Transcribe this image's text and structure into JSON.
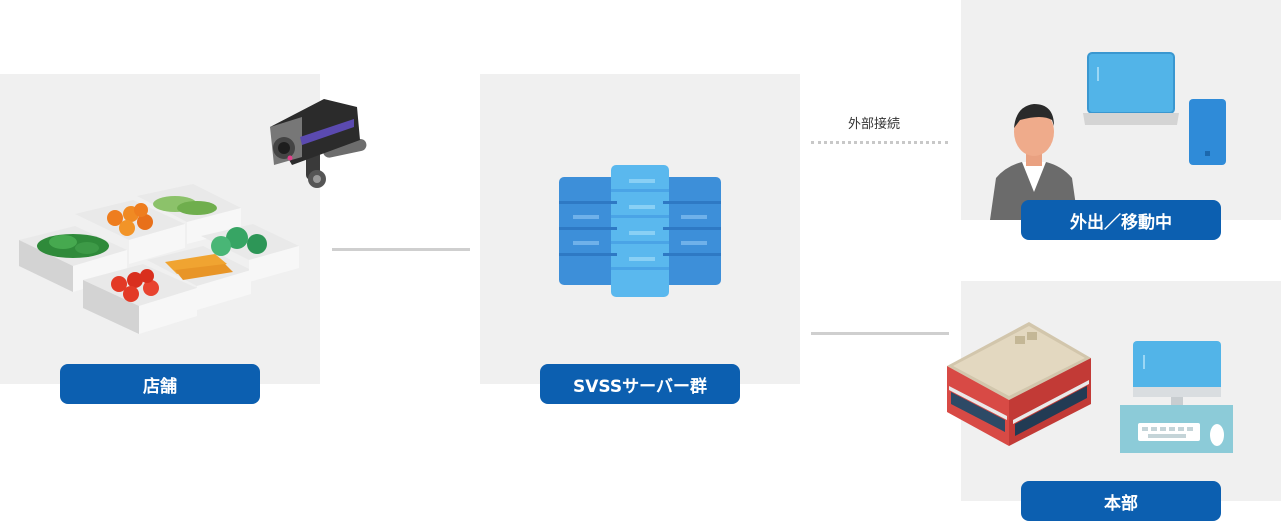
{
  "nodes": {
    "store": {
      "label": "店舗"
    },
    "server": {
      "label": "SVSSサーバー群"
    },
    "mobile": {
      "label": "外出／移動中"
    },
    "hq": {
      "label": "本部"
    }
  },
  "connections": {
    "external_label": "外部接続"
  },
  "colors": {
    "panel": "#f0f0f0",
    "label_bg": "#0c5fb0",
    "line": "#cfcfcf",
    "server_blue": "#3d8fd9",
    "server_light": "#5ab8ee"
  }
}
